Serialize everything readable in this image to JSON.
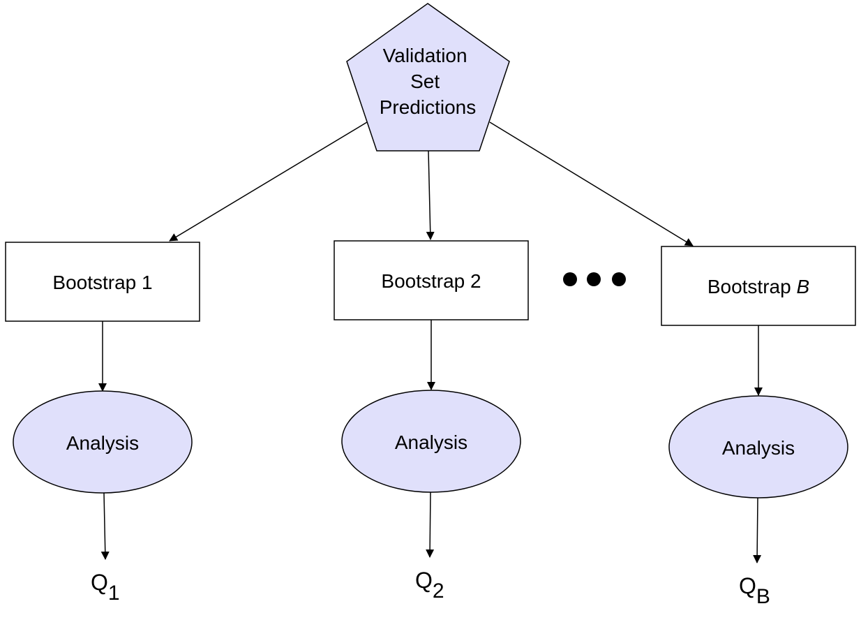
{
  "colors": {
    "node_fill": "#e0e0fb",
    "box_fill": "#ffffff",
    "stroke": "#000000"
  },
  "source": {
    "lines": [
      "Validation",
      "Set",
      "Predictions"
    ]
  },
  "bootstraps": [
    {
      "label": "Bootstrap ",
      "index": "1",
      "index_italic": false,
      "analysis": "Analysis",
      "q_base": "Q",
      "q_sub": "1"
    },
    {
      "label": "Bootstrap ",
      "index": "2",
      "index_italic": false,
      "analysis": "Analysis",
      "q_base": "Q",
      "q_sub": "2"
    },
    {
      "label": "Bootstrap ",
      "index": "B",
      "index_italic": true,
      "analysis": "Analysis",
      "q_base": "Q",
      "q_sub": "B"
    }
  ],
  "ellipsis": {
    "dot_count": 3
  }
}
